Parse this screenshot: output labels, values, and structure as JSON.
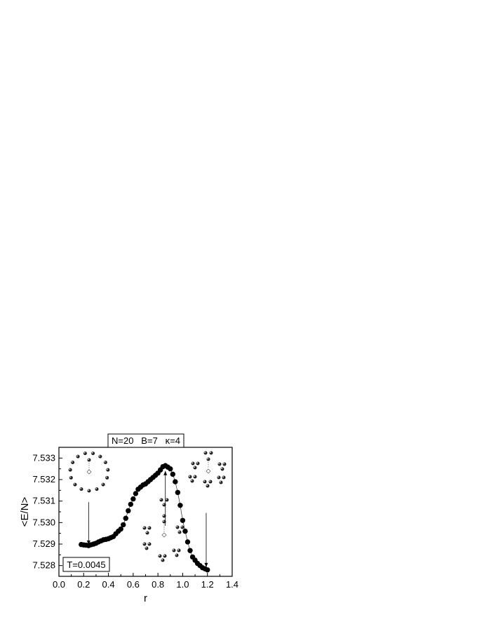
{
  "chart_data": {
    "type": "scatter",
    "title": "",
    "xlabel": "r",
    "ylabel": "<E/N>",
    "xlim": [
      0.0,
      1.4
    ],
    "ylim": [
      7.5275,
      7.5335
    ],
    "xticks": [
      "0.0",
      "0.2",
      "0.4",
      "0.6",
      "0.8",
      "1.0",
      "1.2",
      "1.4"
    ],
    "yticks": [
      "7.528",
      "7.529",
      "7.530",
      "7.531",
      "7.532",
      "7.533"
    ],
    "grid": false,
    "header_label": "N=20   B=7   κ=4",
    "temperature_label": "T=0.0045",
    "series": [
      {
        "marker": "filled-circle",
        "connected": true,
        "x": [
          0.18,
          0.2,
          0.22,
          0.24,
          0.26,
          0.28,
          0.3,
          0.32,
          0.34,
          0.36,
          0.38,
          0.4,
          0.42,
          0.44,
          0.46,
          0.48,
          0.5,
          0.52,
          0.54,
          0.56,
          0.58,
          0.6,
          0.62,
          0.64,
          0.66,
          0.68,
          0.7,
          0.72,
          0.74,
          0.76,
          0.78,
          0.8,
          0.82,
          0.84,
          0.86,
          0.88,
          0.9,
          0.92,
          0.94,
          0.96,
          0.98,
          1.0,
          1.02,
          1.04,
          1.06,
          1.08,
          1.1,
          1.12,
          1.14,
          1.16,
          1.18,
          1.2
        ],
        "y": [
          7.52898,
          7.52896,
          7.52895,
          7.52893,
          7.52897,
          7.529,
          7.52904,
          7.5291,
          7.52915,
          7.5292,
          7.52922,
          7.52925,
          7.5293,
          7.52935,
          7.52948,
          7.5296,
          7.5297,
          7.5299,
          7.5302,
          7.53055,
          7.53085,
          7.5311,
          7.53135,
          7.53155,
          7.53165,
          7.53175,
          7.5318,
          7.5319,
          7.532,
          7.5321,
          7.5322,
          7.5323,
          7.53245,
          7.5326,
          7.53265,
          7.53258,
          7.5325,
          7.53225,
          7.5319,
          7.5314,
          7.5308,
          7.5301,
          7.5296,
          7.5291,
          7.5287,
          7.5284,
          7.52825,
          7.5281,
          7.528,
          7.5279,
          7.52785,
          7.5278
        ]
      }
    ],
    "annotations": [
      {
        "type": "arrow",
        "from": [
          0.24,
          7.53095
        ],
        "to": [
          0.24,
          7.52897
        ]
      },
      {
        "type": "arrow",
        "from": [
          0.86,
          7.52985
        ],
        "to": [
          0.86,
          7.5324
        ]
      },
      {
        "type": "arrow",
        "from": [
          1.19,
          7.53045
        ],
        "to": [
          1.19,
          7.52793
        ]
      }
    ]
  }
}
